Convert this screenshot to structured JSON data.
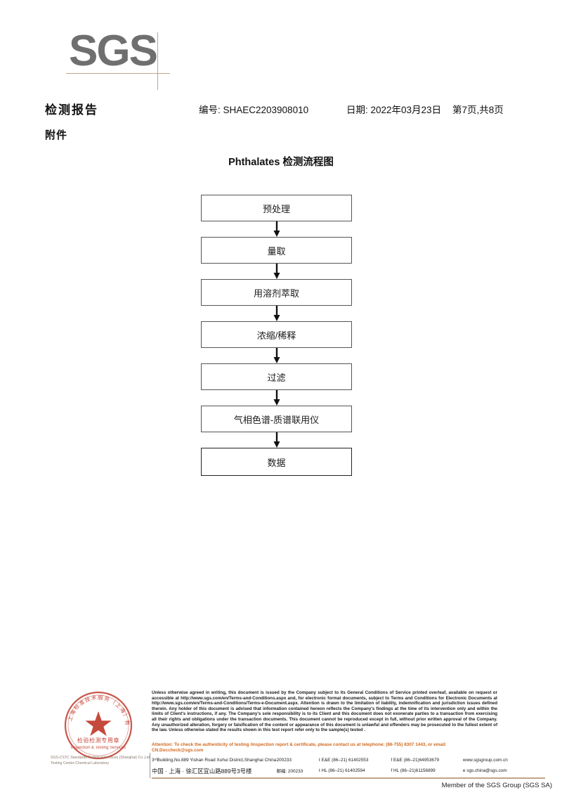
{
  "logo": {
    "text": "SGS",
    "color": "#6f6f6f",
    "rule_color": "#c3a486"
  },
  "header": {
    "title": "检测报告",
    "report_no": "编号: SHAEC2203908010",
    "date": "日期: 2022年03月23日",
    "pages": "第7页,共8页",
    "attachment": "附件"
  },
  "flowchart": {
    "title": "Phthalates 检测流程图",
    "nodes": [
      {
        "label": "预处理"
      },
      {
        "label": "量取"
      },
      {
        "label": "用溶剂萃取"
      },
      {
        "label": "浓缩/稀释"
      },
      {
        "label": "过滤"
      },
      {
        "label": "气相色谱-质谱联用仪"
      },
      {
        "label": "数据"
      }
    ]
  },
  "stamp": {
    "outer_text_cn": "上海标准技术服务（上海）有限公司",
    "center_text_cn": "检验检测专用章",
    "center_text_en": "Inspection & Testing Services",
    "color": "#c0392b",
    "company_line1": "SGS-CSTC Standards Technical Services (Shanghai) Co.,Ltd.",
    "company_line2": "Testing Center-Chemical Laboratory"
  },
  "footer": {
    "terms": "Unless otherwise agreed in writing, this document is issued by the Company subject to its General Conditions of Service printed overleaf, available on request or accessible at http://www.sgs.com/en/Terms-and-Conditions.aspx and, for electronic format documents, subject to Terms and Conditions for Electronic Documents at http://www.sgs.com/en/Terms-and-Conditions/Terms-e-Document.aspx. Attention is drawn to the limitation of liability, indemnification and jurisdiction issues defined therein. Any holder of this document is advised that information contained hereon reflects the Company's findings at the time of its intervention only and within the limits of Client's instructions, if any. The Company's sole responsibility is to its Client and this document does not exonerate parties to a transaction from exercising all their rights and obligations under the transaction documents. This document cannot be reproduced except in full, without prior written approval of the Company. Any unauthorized alteration, forgery or falsification of the content or appearance of this document is unlawful and offenders may be prosecuted to the fullest extent of the law. Unless otherwise stated the results shown in this test report refer only to the sample(s) tested .",
    "attention": "Attention: To check the authenticity of testing /inspection report & certificate, please contact us at telephone: (86-755) 8307 1443, or email: CN.Doccheck@sgs.com",
    "attention_color": "#d2691e",
    "address_en": "3ʳᵈBuilding,No.889 Yishan Road Xuhui District,Shanghai China",
    "address_cn": "中国 · 上海 · 徐汇区宜山路889号3号楼",
    "zip_en": "200233",
    "zip_cn": "邮编: 200233",
    "tel_en": "t E&E (86–21) 61402553",
    "fax_en": "f E&E (86–21)64953679",
    "web": "www.sgsgroup.com.cn",
    "tel_cn": "t HL (86–21) 61402594",
    "fax_cn": "f HL (86–21)61156899",
    "email": "e  sgs.china@sgs.com",
    "member": "Member of the SGS Group (SGS SA)",
    "rule_color": "#c3a486"
  }
}
